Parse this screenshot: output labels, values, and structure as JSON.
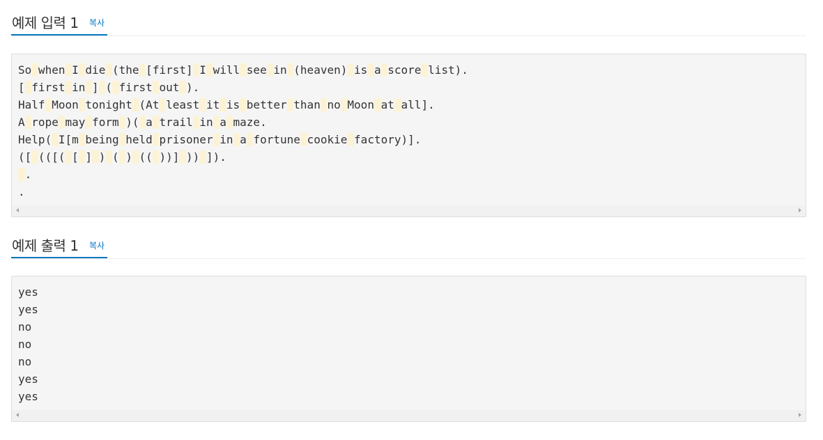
{
  "sample_input": {
    "title": "예제 입력 1",
    "copy_label": "복사",
    "lines": [
      "So when I die (the [first] I will see in (heaven) is a score list).",
      "[ first in ] ( first out ).",
      "Half Moon tonight (At least it is better than no Moon at all].",
      "A rope may form )( a trail in a maze.",
      "Help( I[m being held prisoner in a fortune cookie factory)].",
      "([ (([( [ ] ) ( ) (( ))] )) ]).",
      " .",
      "."
    ]
  },
  "sample_output": {
    "title": "예제 출력 1",
    "copy_label": "복사",
    "lines": [
      "yes",
      "yes",
      "no",
      "no",
      "no",
      "yes",
      "yes"
    ]
  }
}
